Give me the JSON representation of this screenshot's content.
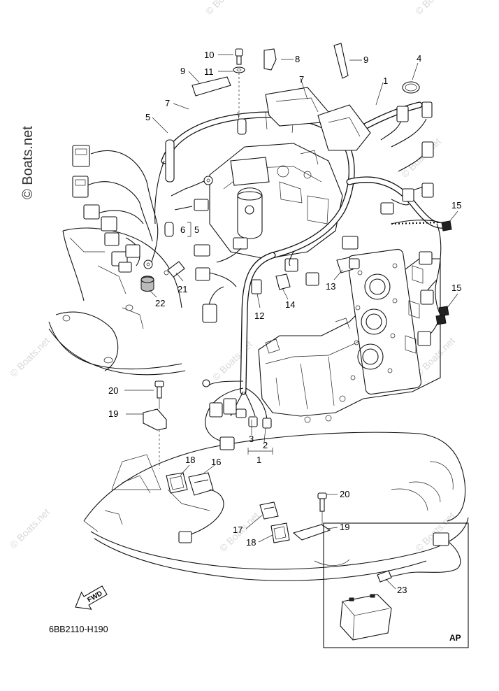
{
  "copyright": "© Boats.net",
  "watermark_text": "© Boats.net",
  "diagram_code": "6BB2110-H190",
  "inset_label": "AP",
  "direction_label": "FWD",
  "callouts": {
    "c1a": "1",
    "c1b": "1",
    "c2": "2",
    "c3": "3",
    "c4": "4",
    "c5a": "5",
    "c5b": "5",
    "c6": "6",
    "c7a": "7",
    "c7b": "7",
    "c8": "8",
    "c9a": "9",
    "c9b": "9",
    "c10": "10",
    "c11": "11",
    "c12": "12",
    "c13": "13",
    "c14": "14",
    "c15a": "15",
    "c15b": "15",
    "c16": "16",
    "c17": "17",
    "c18a": "18",
    "c18b": "18",
    "c19a": "19",
    "c19b": "19",
    "c20a": "20",
    "c20b": "20",
    "c21": "21",
    "c22": "22",
    "c23": "23"
  },
  "colors": {
    "line": "#111111",
    "watermark": "#d9d9d9",
    "background": "#ffffff"
  }
}
